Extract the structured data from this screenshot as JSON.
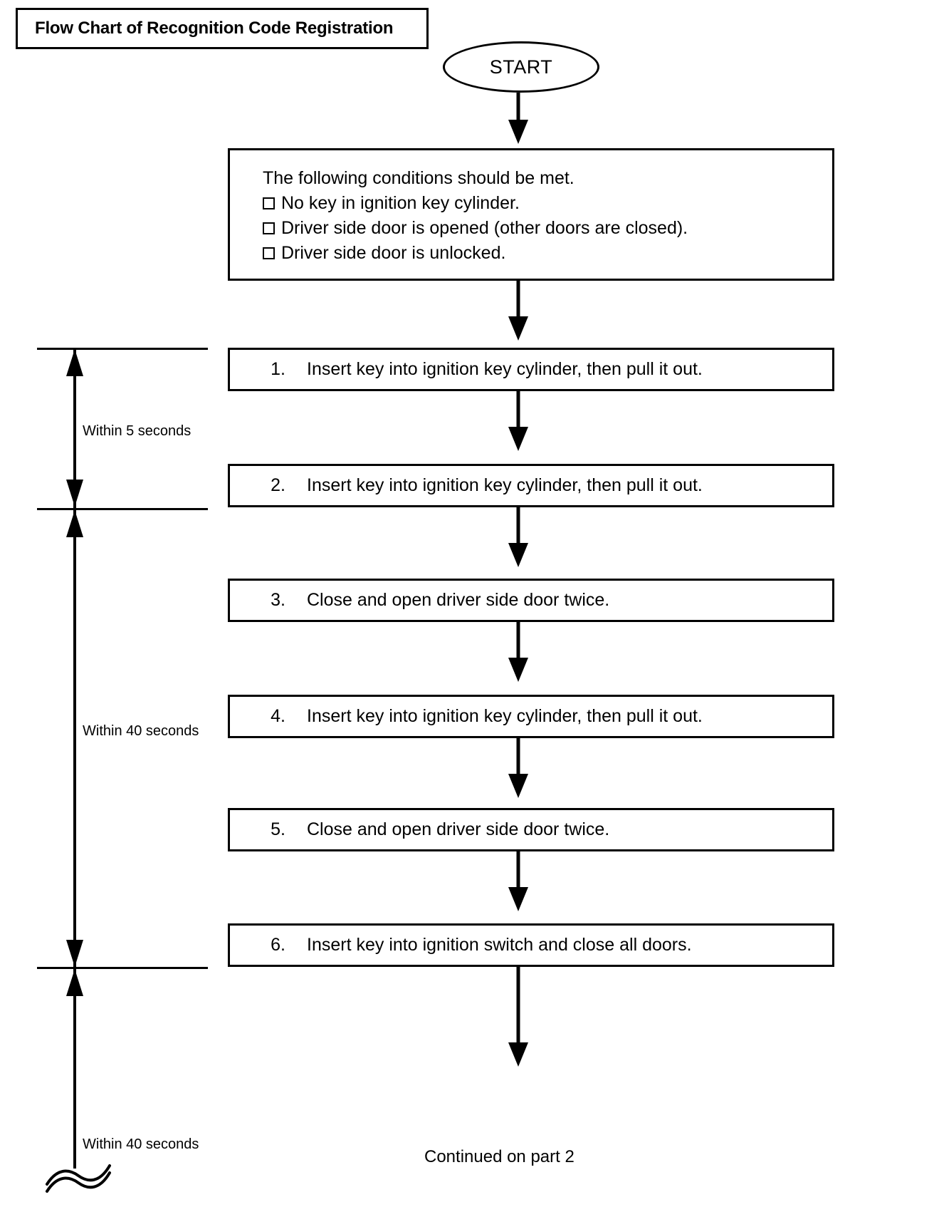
{
  "title": {
    "label": "Flow Chart of Recognition Code Registration"
  },
  "start_node": {
    "label": "START"
  },
  "conditions": {
    "heading": "The following conditions should be met.",
    "items": [
      "No key in ignition key cylinder.",
      "Driver side door is opened (other doors are closed).",
      "Driver side door is unlocked."
    ]
  },
  "steps": [
    {
      "number": "1.",
      "text": "Insert key into ignition key cylinder, then pull it out."
    },
    {
      "number": "2.",
      "text": "Insert key into ignition key cylinder, then pull it out."
    },
    {
      "number": "3.",
      "text": "Close and open driver side door twice."
    },
    {
      "number": "4.",
      "text": "Insert key into ignition key cylinder, then pull it out."
    },
    {
      "number": "5.",
      "text": "Close and open driver side door twice."
    },
    {
      "number": "6.",
      "text": "Insert key into ignition switch and close all doors."
    }
  ],
  "timing": [
    {
      "label": "Within 5 seconds"
    },
    {
      "label": "Within 40 seconds"
    },
    {
      "label": "Within 40 seconds"
    }
  ],
  "footer": {
    "continued_label": "Continued on part 2"
  },
  "colors": {
    "stroke": "#000000",
    "background": "#ffffff"
  }
}
